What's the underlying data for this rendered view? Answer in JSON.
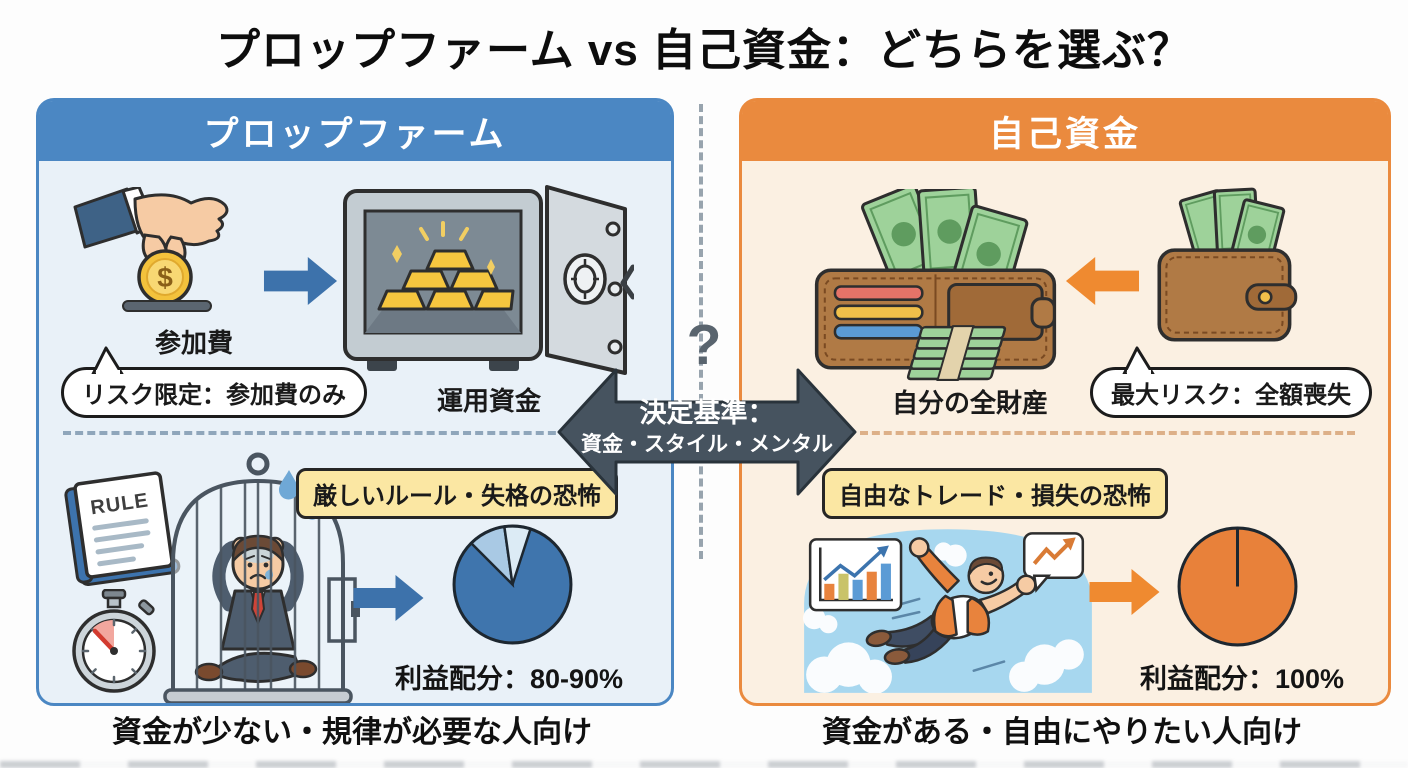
{
  "title": "プロップファーム vs 自己資金：どちらを選ぶ？",
  "center": {
    "question_mark": "?",
    "criteria_title": "決定基準：",
    "criteria_items": "資金・スタイル・メンタル"
  },
  "prop_panel": {
    "header": "プロップファーム",
    "coin_symbol": "$",
    "fee_label": "参加費",
    "fee_bubble": "リスク限定：参加費のみ",
    "capital_label": "運用資金",
    "rule_book_title": "RULE",
    "fear_label": "厳しいルール・失格の恐怖",
    "profit_caption": "利益配分：80-90%",
    "footer": "資金が少ない・規律が必要な人向け"
  },
  "own_panel": {
    "header": "自己資金",
    "asset_label": "自分の全財産",
    "risk_bubble": "最大リスク：全額喪失",
    "freedom_label": "自由なトレード・損失の恐怖",
    "profit_caption": "利益配分：100%",
    "footer": "資金がある・自由にやりたい人向け"
  },
  "chart_data": [
    {
      "type": "pie",
      "title": "利益配分：80-90%",
      "slices": [
        {
          "label": "",
          "value": 85,
          "color": "#3f75ad"
        },
        {
          "label": "",
          "value": 9,
          "color": "#a9c9e4"
        },
        {
          "label": "",
          "value": 6,
          "color": "#dcebf5"
        }
      ],
      "legend_position": "none"
    },
    {
      "type": "pie",
      "title": "利益配分：100%",
      "slices": [
        {
          "label": "",
          "value": 100,
          "color": "#e8813a"
        }
      ],
      "legend_position": "none"
    }
  ],
  "colors": {
    "prop_accent": "#4b87c3",
    "prop_bg": "#e9f1f8",
    "own_accent": "#ea8a3e",
    "own_bg": "#fbf0e2",
    "label_yellow": "#fbe7a3",
    "center_arrow": "#46535f"
  }
}
